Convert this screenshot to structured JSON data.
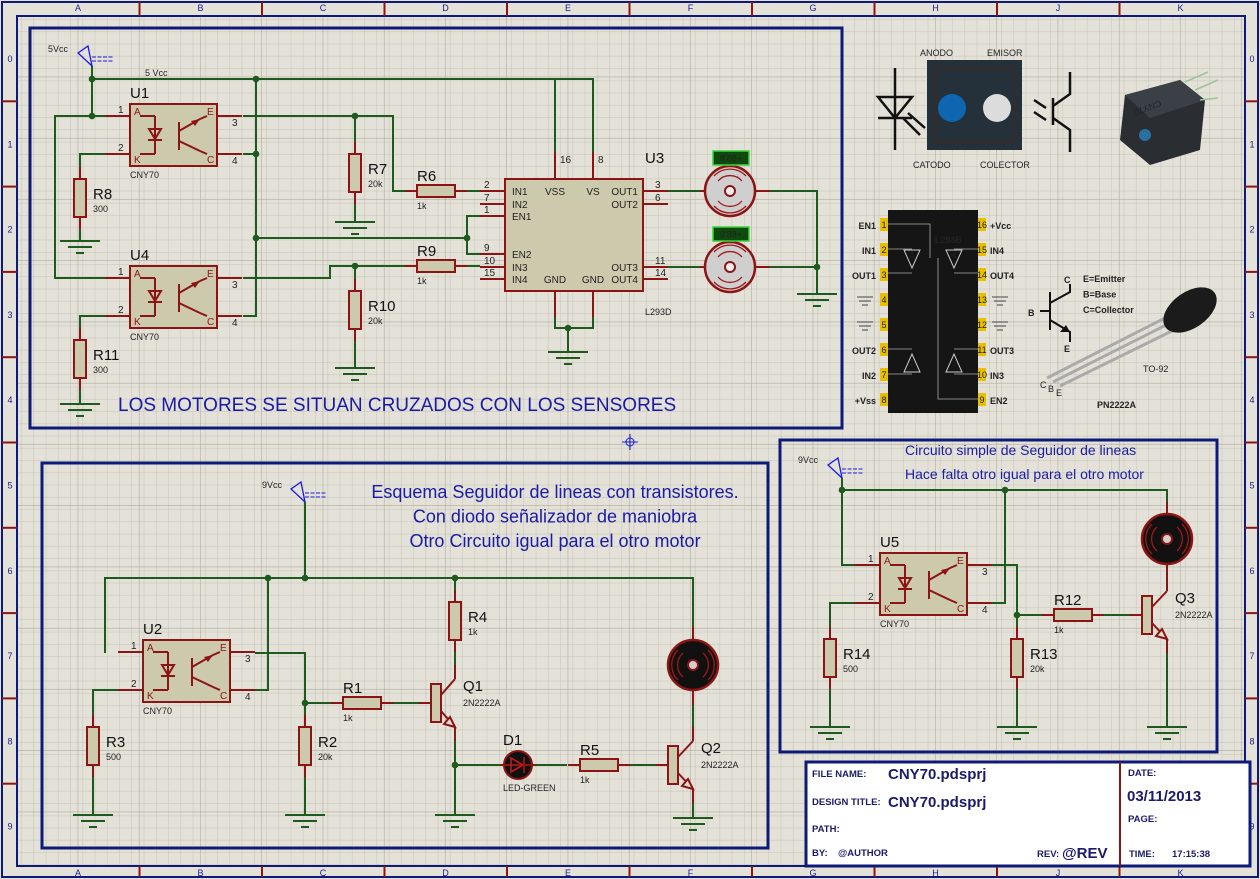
{
  "sheet": {
    "columns": [
      "A",
      "B",
      "C",
      "D",
      "E",
      "F",
      "G",
      "H",
      "J",
      "K"
    ],
    "rows": [
      "0",
      "1",
      "2",
      "3",
      "4",
      "5",
      "6",
      "7",
      "8",
      "9"
    ]
  },
  "common": {
    "cny70_pin_letters": {
      "A": "A",
      "K": "K",
      "E": "E",
      "C": "C"
    },
    "cny70_pin_numbers": {
      "p1": "1",
      "p2": "2",
      "p3": "3",
      "p4": "4"
    },
    "transistor_model": "2N2222A",
    "motor_display": "8'88+"
  },
  "top": {
    "vcc_label": "5Vcc",
    "rail_label": "5 Vcc",
    "note": "LOS MOTORES SE SITUAN CRUZADOS CON LOS SENSORES",
    "U1": {
      "ref": "U1",
      "part": "CNY70"
    },
    "U4": {
      "ref": "U4",
      "part": "CNY70"
    },
    "R6": {
      "ref": "R6",
      "value": "1k"
    },
    "R7": {
      "ref": "R7",
      "value": "20k"
    },
    "R8": {
      "ref": "R8",
      "value": "300"
    },
    "R9": {
      "ref": "R9",
      "value": "1k"
    },
    "R10": {
      "ref": "R10",
      "value": "20k"
    },
    "R11": {
      "ref": "R11",
      "value": "300"
    },
    "U3": {
      "ref": "U3",
      "part": "L293D",
      "left_pins": [
        {
          "num": "2",
          "name": "IN1"
        },
        {
          "num": "7",
          "name": "IN2"
        },
        {
          "num": "1",
          "name": "EN1"
        },
        {
          "num": "9",
          "name": "EN2"
        },
        {
          "num": "10",
          "name": "IN3"
        },
        {
          "num": "15",
          "name": "IN4"
        }
      ],
      "right_pins": [
        {
          "num": "3",
          "name": "OUT1"
        },
        {
          "num": "6",
          "name": "OUT2"
        },
        {
          "num": "11",
          "name": "OUT3"
        },
        {
          "num": "14",
          "name": "OUT4"
        }
      ],
      "top_pins": [
        {
          "num": "16",
          "name": "VSS"
        },
        {
          "num": "8",
          "name": "VS"
        }
      ],
      "bottom_pins": [
        {
          "name": "GND"
        },
        {
          "name": "GND"
        }
      ]
    }
  },
  "reference": {
    "cny70": {
      "anodo": "ANODO",
      "emisor": "EMISOR",
      "catodo": "CATODO",
      "colector": "COLECTOR",
      "photo_marking": "CNY70"
    },
    "l293b": {
      "title": "L293B",
      "left": [
        {
          "num": "1",
          "name": "EN1"
        },
        {
          "num": "2",
          "name": "IN1"
        },
        {
          "num": "3",
          "name": "OUT1"
        },
        {
          "num": "4",
          "name": ""
        },
        {
          "num": "5",
          "name": ""
        },
        {
          "num": "6",
          "name": "OUT2"
        },
        {
          "num": "7",
          "name": "IN2"
        },
        {
          "num": "8",
          "name": "+Vss"
        }
      ],
      "right": [
        {
          "num": "16",
          "name": "+Vcc"
        },
        {
          "num": "15",
          "name": "IN4"
        },
        {
          "num": "14",
          "name": "OUT4"
        },
        {
          "num": "13",
          "name": ""
        },
        {
          "num": "12",
          "name": ""
        },
        {
          "num": "11",
          "name": "OUT3"
        },
        {
          "num": "10",
          "name": "IN3"
        },
        {
          "num": "9",
          "name": "EN2"
        }
      ],
      "gates": [
        "1",
        "4",
        "2",
        "3"
      ]
    },
    "transistor": {
      "legend": [
        "E=Emitter",
        "B=Base",
        "C=Collector"
      ],
      "sym_c": "C",
      "sym_b": "B",
      "sym_e": "E",
      "package": "TO-92",
      "part": "PN2222A",
      "leads": [
        "C",
        "B",
        "E"
      ]
    }
  },
  "bottom_left": {
    "vcc_label": "9Vcc",
    "title_lines": [
      "Esquema Seguidor de lineas con transistores.",
      "Con diodo señalizador de maniobra",
      "Otro Circuito igual para el otro motor"
    ],
    "U2": {
      "ref": "U2",
      "part": "CNY70"
    },
    "R1": {
      "ref": "R1",
      "value": "1k"
    },
    "R2": {
      "ref": "R2",
      "value": "20k"
    },
    "R3": {
      "ref": "R3",
      "value": "500"
    },
    "R4": {
      "ref": "R4",
      "value": "1k"
    },
    "R5": {
      "ref": "R5",
      "value": "1k"
    },
    "Q1": {
      "ref": "Q1"
    },
    "Q2": {
      "ref": "Q2"
    },
    "D1": {
      "ref": "D1",
      "part": "LED-GREEN"
    }
  },
  "bottom_right": {
    "vcc_label": "9Vcc",
    "notes": [
      "Circuito simple de Seguidor de lineas",
      "Hace falta otro igual para el otro motor"
    ],
    "U5": {
      "ref": "U5",
      "part": "CNY70"
    },
    "R12": {
      "ref": "R12",
      "value": "1k"
    },
    "R13": {
      "ref": "R13",
      "value": "20k"
    },
    "R14": {
      "ref": "R14",
      "value": "500"
    },
    "Q3": {
      "ref": "Q3"
    }
  },
  "title_block": {
    "file_name_label": "FILE NAME:",
    "file_name": "CNY70.pdsprj",
    "design_title_label": "DESIGN TITLE:",
    "design_title": "CNY70.pdsprj",
    "path_label": "PATH:",
    "by_label": "BY:",
    "author": "@AUTHOR",
    "rev_label": "REV:",
    "rev": "@REV",
    "date_label": "DATE:",
    "date": "03/11/2013",
    "page_label": "PAGE:",
    "time_label": "TIME:",
    "time": "17:15:38"
  },
  "colors": {
    "wire": "#1e5a1e",
    "component": "#8b1414",
    "border": "#0e1a78",
    "text_blue": "#1a1aa6"
  }
}
